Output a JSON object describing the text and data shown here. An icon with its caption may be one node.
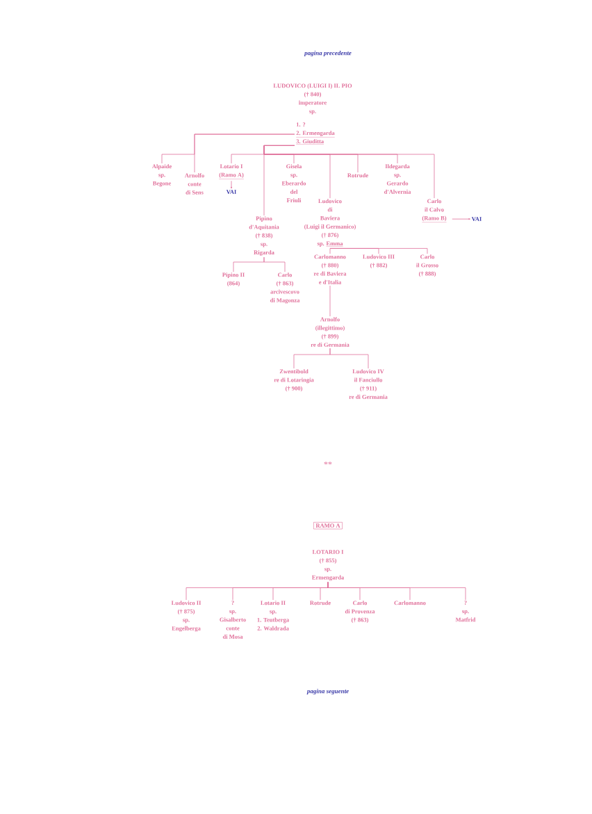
{
  "diagram": {
    "nodes": [
      {
        "text": [
          "LUDOVICO (LUIGI I) IL PIO",
          "(† 840)",
          "imperatore",
          "sp."
        ]
      },
      {
        "text": [
          "1. ?"
        ]
      },
      {
        "text": [
          "2. Ermengarda"
        ]
      },
      {
        "text": [
          "3. Giuditta"
        ]
      },
      {
        "text": [
          "Alpaide",
          "sp.",
          "Begone"
        ]
      },
      {
        "text": [
          "Arnolfo",
          "conte",
          "di Sens"
        ]
      },
      {
        "text": [
          "Lotario I",
          "(Ramo A)"
        ]
      },
      {
        "text": [
          "VAI"
        ]
      },
      {
        "text": [
          "Pipino",
          "d'Aquitania",
          "(† 838)",
          "sp.",
          "Rigarda"
        ]
      },
      {
        "text": [
          "Gisela",
          "sp.",
          "Eberardo",
          "del",
          "Friuli"
        ]
      },
      {
        "text": [
          "Ludovico",
          "di",
          "Baviera",
          "(Luigi il Germanico)",
          "(† 876)",
          "sp.",
          "Emma"
        ]
      },
      {
        "text": [
          "Rotrude"
        ]
      },
      {
        "text": [
          "Ildegarda",
          "sp.",
          "Gerardo",
          "d'Alvernia"
        ]
      },
      {
        "text": [
          "Carlo",
          "il Calvo",
          "(Ramo B)"
        ]
      },
      {
        "text": [
          "VAI"
        ]
      },
      {
        "text": [
          "Pipino II",
          "(864)"
        ]
      },
      {
        "text": [
          "Carlo",
          "(† 863)",
          "arcivescovo",
          "di Magonza"
        ]
      },
      {
        "text": [
          "Carlomanno",
          "(† 880)",
          "re di Baviera",
          "e d'Italia"
        ]
      },
      {
        "text": [
          "Ludovico III",
          "(† 882)"
        ]
      },
      {
        "text": [
          "Carlo",
          "il Grosso",
          "(† 888)"
        ]
      },
      {
        "text": [
          "Arnolfo",
          "(illegittimo)",
          "(† 899)",
          "re di Germania"
        ]
      },
      {
        "text": [
          "Zwentibold",
          "re di Lotaringia",
          "(† 900)"
        ]
      },
      {
        "text": [
          "Ludovico IV",
          "il Fanciullo",
          "(† 911)",
          "re di Germania"
        ]
      },
      {
        "text": [
          "RAMO A"
        ]
      },
      {
        "text": [
          "LOTARIO I",
          "(† 855)",
          "sp.",
          "Ermengarda"
        ]
      },
      {
        "text": [
          "Ludovico II",
          "(† 875)",
          "sp.",
          "Engelberga"
        ]
      },
      {
        "text": [
          "?",
          "sp.",
          "Gisalberto",
          "conte",
          "di Mosa"
        ]
      },
      {
        "text": [
          "Lotario II",
          "sp.",
          "1. Teutberga",
          "2. Waldrada"
        ]
      },
      {
        "text": [
          "Rotrude"
        ]
      },
      {
        "text": [
          "Carlo",
          "di Provenza",
          "(† 863)"
        ]
      },
      {
        "text": [
          "Carlomanno"
        ]
      },
      {
        "text": [
          "?",
          "sp.",
          "Matfrid"
        ]
      }
    ],
    "edges": [
      {
        "from": 2,
        "to": 4,
        "arrow": "none"
      },
      {
        "from": 2,
        "to": 5,
        "arrow": "none"
      },
      {
        "from": 3,
        "to": 6,
        "arrow": "none"
      },
      {
        "from": 3,
        "to": 8,
        "arrow": "none"
      },
      {
        "from": 3,
        "to": 9,
        "arrow": "none"
      },
      {
        "from": 3,
        "to": 10,
        "arrow": "none"
      },
      {
        "from": 3,
        "to": 11,
        "arrow": "none"
      },
      {
        "from": 3,
        "to": 12,
        "arrow": "none"
      },
      {
        "from": 3,
        "to": 13,
        "arrow": "none"
      },
      {
        "from": 6,
        "to": 7,
        "arrow": "to"
      },
      {
        "from": 13,
        "to": 14,
        "arrow": "to"
      },
      {
        "from": 8,
        "to": 15,
        "arrow": "none"
      },
      {
        "from": 8,
        "to": 16,
        "arrow": "none"
      },
      {
        "from": 10,
        "to": 17,
        "arrow": "none"
      },
      {
        "from": 10,
        "to": 18,
        "arrow": "none"
      },
      {
        "from": 10,
        "to": 19,
        "arrow": "none"
      },
      {
        "from": 17,
        "to": 20,
        "arrow": "none"
      },
      {
        "from": 20,
        "to": 21,
        "arrow": "none"
      },
      {
        "from": 20,
        "to": 22,
        "arrow": "none"
      },
      {
        "from": 24,
        "to": 25,
        "arrow": "none"
      },
      {
        "from": 24,
        "to": 26,
        "arrow": "none"
      },
      {
        "from": 24,
        "to": 27,
        "arrow": "none"
      },
      {
        "from": 24,
        "to": 28,
        "arrow": "none"
      },
      {
        "from": 24,
        "to": 29,
        "arrow": "none"
      },
      {
        "from": 24,
        "to": 30,
        "arrow": "none"
      },
      {
        "from": 24,
        "to": 31,
        "arrow": "none"
      }
    ],
    "labels": [
      "pagina precedente",
      "**",
      "pagina seguente"
    ]
  }
}
